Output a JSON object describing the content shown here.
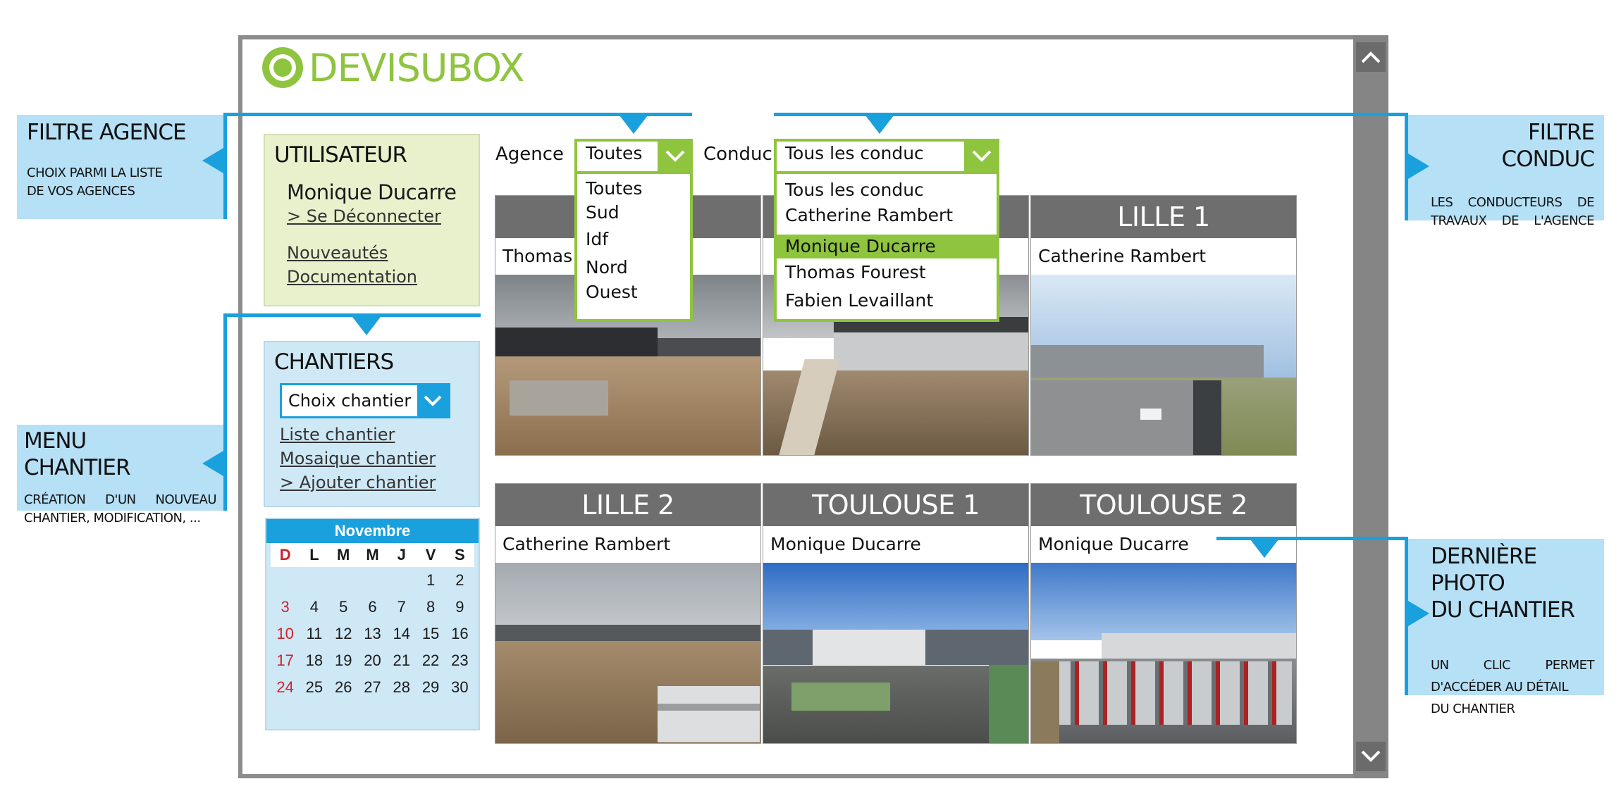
{
  "logo": {
    "text": "DEVISUBOX"
  },
  "user_panel": {
    "title": "UTILISATEUR",
    "name": "Monique Ducarre",
    "logout": "> Se Déconnecter",
    "news": "Nouveautés",
    "docs": "Documentation"
  },
  "chantiers_panel": {
    "title": "CHANTIERS",
    "select_value": "Choix chantier",
    "links": [
      "Liste chantier",
      "Mosaique chantier",
      "> Ajouter chantier"
    ]
  },
  "calendar": {
    "month": "Novembre",
    "days_of_week": [
      "D",
      "L",
      "M",
      "M",
      "J",
      "V",
      "S"
    ],
    "weeks": [
      [
        "",
        "",
        "",
        "",
        "",
        "1",
        "2"
      ],
      [
        "3",
        "4",
        "5",
        "6",
        "7",
        "8",
        "9"
      ],
      [
        "10",
        "11",
        "12",
        "13",
        "14",
        "15",
        "16"
      ],
      [
        "17",
        "18",
        "19",
        "20",
        "21",
        "22",
        "23"
      ],
      [
        "24",
        "25",
        "26",
        "27",
        "28",
        "29",
        "30"
      ]
    ],
    "sunday_color": "#d0202a"
  },
  "filters": {
    "agence_label": "Agence",
    "agence_value": "Toutes",
    "agence_options": [
      "Toutes",
      "Sud",
      "Idf",
      "Nord",
      "Ouest"
    ],
    "conduc_label": "Conduc",
    "conduc_value": "Tous les conduc",
    "conduc_options": [
      "Tous les conduc",
      "Catherine Rambert",
      "Monique Ducarre",
      "Thomas Fourest",
      "Fabien Levaillant"
    ],
    "conduc_highlighted": "Monique Ducarre"
  },
  "tiles": [
    {
      "title": "B",
      "conductor": "Thomas F"
    },
    {
      "title": "",
      "conductor": ""
    },
    {
      "title": "LILLE 1",
      "conductor": "Catherine Rambert"
    },
    {
      "title": "LILLE 2",
      "conductor": "Catherine Rambert"
    },
    {
      "title": "TOULOUSE 1",
      "conductor": "Monique Ducarre"
    },
    {
      "title": "TOULOUSE  2",
      "conductor": "Monique Ducarre"
    }
  ],
  "annotations": {
    "filtre_agence": {
      "title": "FILTRE AGENCE",
      "body": [
        "CHOIX PARMI LA LISTE",
        "DE VOS AGENCES"
      ]
    },
    "menu_chantier": {
      "title": "MENU CHANTIER",
      "body": [
        "CRÉATION D'UN NOUVEAU",
        "CHANTIER, MODIFICATION, ..."
      ]
    },
    "filtre_conduc": {
      "title": "FILTRE CONDUC",
      "body": [
        "LES CONDUCTEURS DE",
        "TRAVAUX DE L'AGENCE"
      ]
    },
    "derniere_photo": {
      "title": [
        "DERNIÈRE PHOTO",
        "DU CHANTIER"
      ],
      "body": [
        "UN CLIC PERMET",
        "D'ACCÉDER AU DÉTAIL",
        "DU CHANTIER"
      ]
    }
  },
  "colors": {
    "brand_green": "#8fc43f",
    "accent_blue": "#1aa0dc",
    "annotation_bg": "#b5e0f6",
    "tile_header": "#6e6e6e"
  },
  "icons": {
    "scroll_up": "chevron-up-icon",
    "scroll_down": "chevron-down-icon",
    "select_arrow": "chevron-down-icon"
  }
}
